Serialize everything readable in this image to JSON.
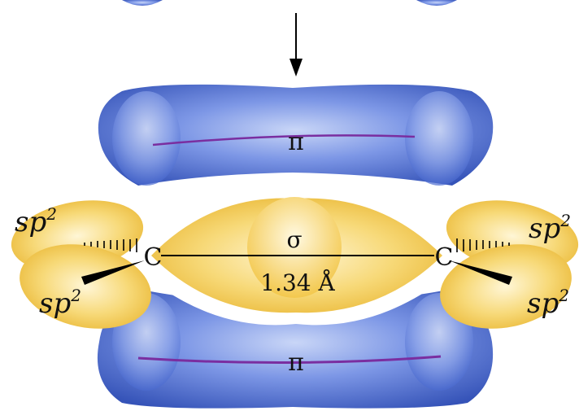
{
  "diagram": {
    "labels": {
      "pi_top": "π",
      "pi_bottom": "π",
      "sigma": "σ",
      "bond_length": "1.34 Å",
      "carbon_left": "C",
      "carbon_right": "C",
      "sp2_base": "sp",
      "sp2_exponent": "2"
    },
    "colors": {
      "pi_orbital": "#4a6fd4",
      "sigma_orbital": "#f2c64a",
      "pi_nodal_line": "#7a2ea0",
      "bond_line": "#000000"
    }
  }
}
